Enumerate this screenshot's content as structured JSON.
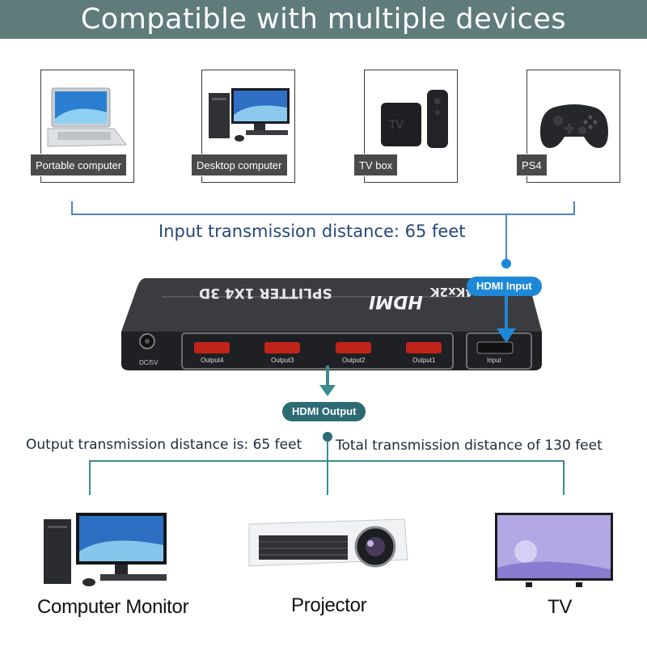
{
  "header": {
    "title": "Compatible with multiple devices"
  },
  "input_devices": [
    {
      "label": "Portable computer",
      "icon": "laptop-icon"
    },
    {
      "label": "Desktop computer",
      "icon": "desktop-computer-icon"
    },
    {
      "label": "TV box",
      "icon": "tv-box-icon"
    },
    {
      "label": "PS4",
      "icon": "gamepad-icon"
    }
  ],
  "input_distance": "Input transmission distance: 65 feet",
  "splitter": {
    "model": "SPLITTER 1X4 3D",
    "resolution": "4Kx2K",
    "brand": "HDMI",
    "power_label": "DC/5V",
    "ports": [
      "Output4",
      "Output3",
      "Output2",
      "Output1"
    ],
    "input_port": "Input"
  },
  "badges": {
    "input": "HDMI Input",
    "output": "HDMI Output"
  },
  "output_distance": "Output transmission distance is: 65 feet",
  "total_distance": "Total transmission distance of 130 feet",
  "output_devices": [
    {
      "label": "Computer Monitor",
      "icon": "computer-monitor-icon"
    },
    {
      "label": "Projector",
      "icon": "projector-icon"
    },
    {
      "label": "TV",
      "icon": "tv-icon"
    }
  ],
  "colors": {
    "banner": "#5f7b7c",
    "accent_blue": "#1e88d8",
    "line_blue": "#4d86c4",
    "teal": "#2d6b74",
    "port_red": "#c0231a"
  }
}
